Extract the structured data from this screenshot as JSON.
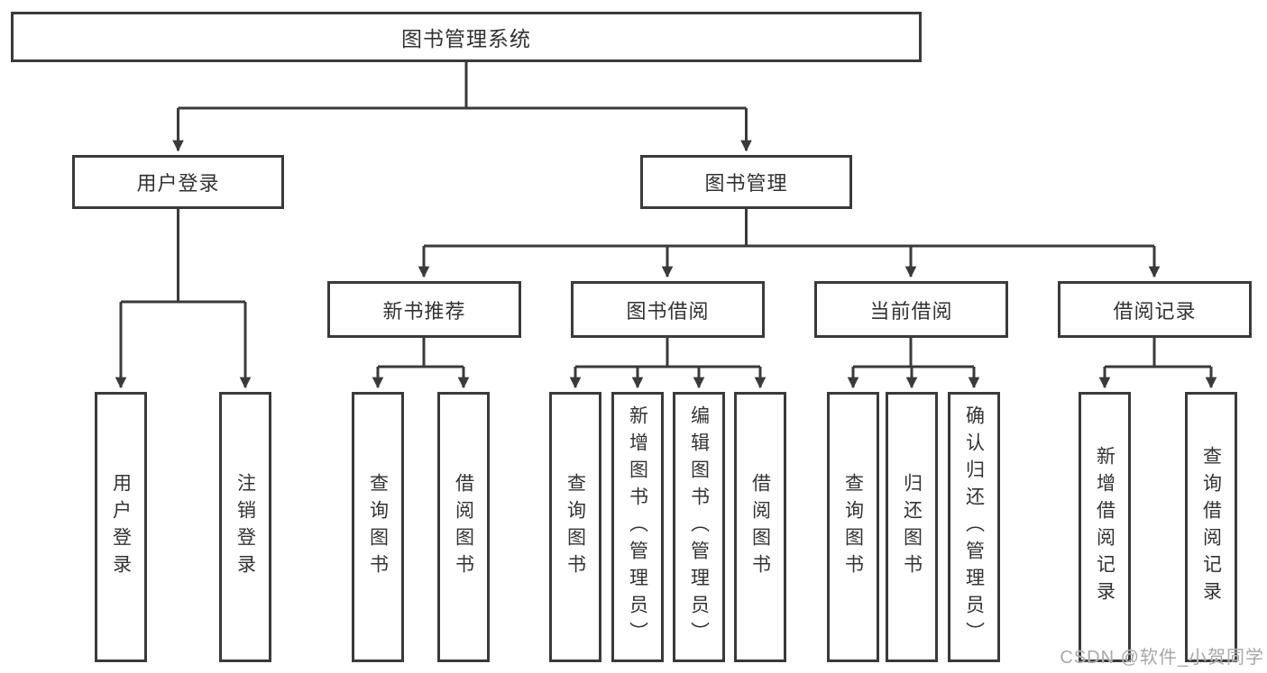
{
  "colors": {
    "background": "#ffffff",
    "line": "#3a3a3a",
    "box_border": "#3a3a3a",
    "text": "#323232",
    "watermark": "#a8a8a8"
  },
  "watermark": "CSDN @软件_小贺同学",
  "tree": {
    "root": "图书管理系统",
    "branches": [
      {
        "label": "用户登录",
        "children": [
          "用户登录",
          "注销登录"
        ]
      },
      {
        "label": "图书管理",
        "children": [
          {
            "label": "新书推荐",
            "children": [
              "查询图书",
              "借阅图书"
            ]
          },
          {
            "label": "图书借阅",
            "children": [
              "查询图书",
              "新增图书（管理员）",
              "编辑图书（管理员）",
              "借阅图书"
            ]
          },
          {
            "label": "当前借阅",
            "children": [
              "查询图书",
              "归还图书",
              "确认归还（管理员）"
            ]
          },
          {
            "label": "借阅记录",
            "children": [
              "新增借阅记录",
              "查询借阅记录"
            ]
          }
        ]
      }
    ]
  }
}
